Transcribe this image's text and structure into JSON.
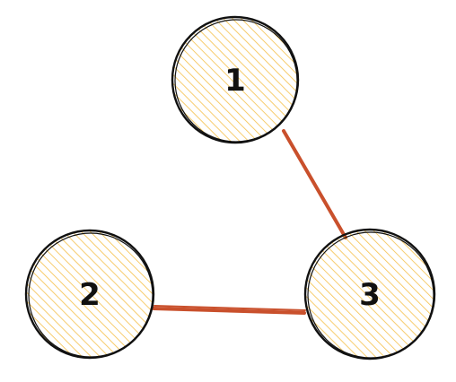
{
  "colors": {
    "node_fill": "#F5C04A",
    "node_outline": "#111111",
    "edge": "#C9502C",
    "background": "#FFFFFF"
  },
  "nodes": [
    {
      "id": "n1",
      "label": "1"
    },
    {
      "id": "n2",
      "label": "2"
    },
    {
      "id": "n3",
      "label": "3"
    }
  ],
  "edges": [
    {
      "from": "n1",
      "to": "n3"
    },
    {
      "from": "n2",
      "to": "n3"
    }
  ]
}
